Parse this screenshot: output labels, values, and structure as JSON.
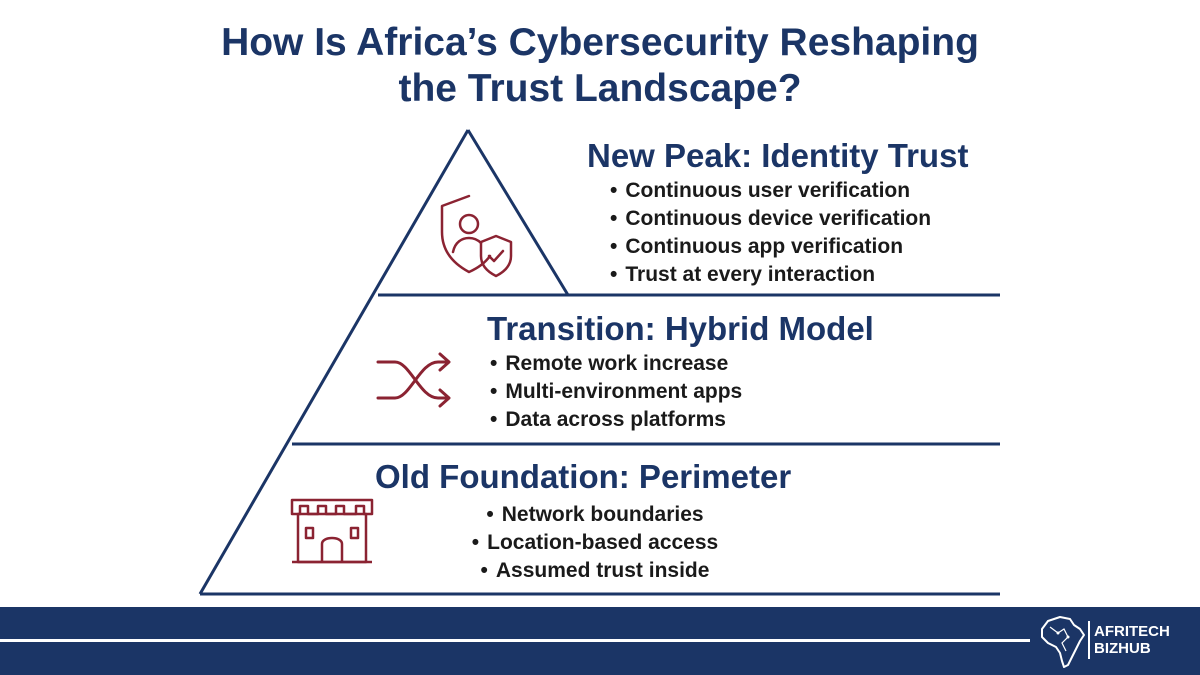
{
  "title_line1": "How Is Africa’s Cybersecurity Reshaping",
  "title_line2": "the Trust Landscape?",
  "tiers": {
    "top": {
      "heading": "New Peak: Identity Trust",
      "icon": "identity-shield-icon",
      "bullets": [
        "Continuous user verification",
        "Continuous device verification",
        "Continuous app verification",
        "Trust at every interaction"
      ]
    },
    "middle": {
      "heading": "Transition: Hybrid Model",
      "icon": "shuffle-arrows-icon",
      "bullets": [
        "Remote work increase",
        "Multi-environment apps",
        "Data across platforms"
      ]
    },
    "bottom": {
      "heading": "Old Foundation: Perimeter",
      "icon": "castle-tower-icon",
      "bullets": [
        "Network boundaries",
        "Location-based access",
        "Assumed trust inside"
      ]
    }
  },
  "logo": {
    "line1": "AFRITECH",
    "line2": "BIZHUB",
    "icon": "africa-map-icon"
  },
  "colors": {
    "navy": "#1b3566",
    "icon_maroon": "#8b2332"
  }
}
